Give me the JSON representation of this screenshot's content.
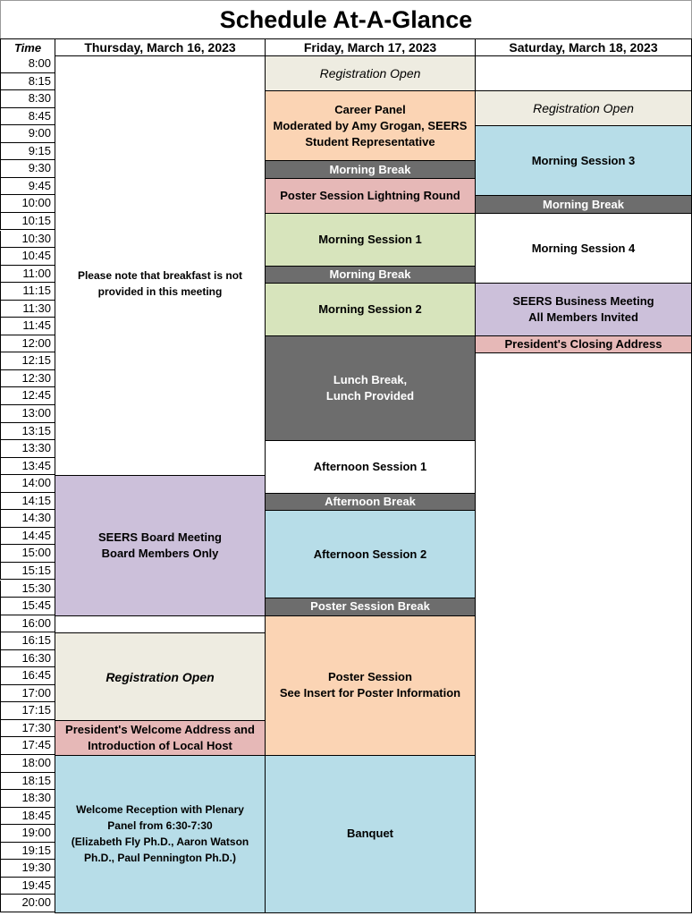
{
  "title": "Schedule At-A-Glance",
  "headers": {
    "time": "Time",
    "thursday": "Thursday, March 16, 2023",
    "friday": "Friday, March 17, 2023",
    "saturday": "Saturday, March 18, 2023"
  },
  "times": [
    "8:00",
    "8:15",
    "8:30",
    "8:45",
    "9:00",
    "9:15",
    "9:30",
    "9:45",
    "10:00",
    "10:15",
    "10:30",
    "10:45",
    "11:00",
    "11:15",
    "11:30",
    "11:45",
    "12:00",
    "12:15",
    "12:30",
    "12:45",
    "13:00",
    "13:15",
    "13:30",
    "13:45",
    "14:00",
    "14:15",
    "14:30",
    "14:45",
    "15:00",
    "15:15",
    "15:30",
    "15:45",
    "16:00",
    "16:15",
    "16:30",
    "16:45",
    "17:00",
    "17:15",
    "17:30",
    "17:45",
    "18:00",
    "18:15",
    "18:30",
    "18:45",
    "19:00",
    "19:15",
    "19:30",
    "19:45",
    "20:00"
  ],
  "colors": {
    "beige": "#eeece1",
    "peach": "#fbd4b4",
    "gray": "#6d6d6d",
    "pink": "#e6b8b7",
    "green": "#d7e4bc",
    "blue": "#b7dde8",
    "purple": "#ccc0da",
    "white": "#ffffff"
  },
  "thursday": {
    "note": "Please note that breakfast is not provided in this meeting",
    "events": [
      {
        "start": 24,
        "end": 32,
        "label": "SEERS Board Meeting\nBoard Members Only",
        "color": "purple"
      },
      {
        "start": 32,
        "end": 33,
        "label": "",
        "color": "white"
      },
      {
        "start": 33,
        "end": 38,
        "label": "Registration Open",
        "color": "beige",
        "style": "italic-bold"
      },
      {
        "start": 38,
        "end": 40,
        "label": "President's Welcome Address and\nIntroduction of Local Host",
        "color": "pink"
      },
      {
        "start": 40,
        "end": 49,
        "label": "Welcome Reception with Plenary\nPanel from 6:30-7:30\n(Elizabeth Fly Ph.D., Aaron Watson\nPh.D., Paul Pennington Ph.D.)",
        "color": "blue"
      }
    ]
  },
  "friday": {
    "events": [
      {
        "start": 0,
        "end": 2,
        "label": "Registration Open",
        "color": "beige",
        "style": "italic"
      },
      {
        "start": 2,
        "end": 6,
        "label": "Career Panel\nModerated by Amy Grogan, SEERS\nStudent Representative",
        "color": "peach"
      },
      {
        "start": 6,
        "end": 7,
        "label": "Morning Break",
        "color": "gray",
        "style": "white"
      },
      {
        "start": 7,
        "end": 9,
        "label": "Poster Session Lightning Round",
        "color": "pink"
      },
      {
        "start": 9,
        "end": 12,
        "label": "Morning Session 1",
        "color": "green"
      },
      {
        "start": 12,
        "end": 13,
        "label": "Morning Break",
        "color": "gray",
        "style": "white"
      },
      {
        "start": 13,
        "end": 16,
        "label": "Morning Session 2",
        "color": "green"
      },
      {
        "start": 16,
        "end": 22,
        "label": "Lunch Break,\nLunch Provided",
        "color": "gray",
        "style": "white"
      },
      {
        "start": 22,
        "end": 25,
        "label": "Afternoon Session 1",
        "color": "white"
      },
      {
        "start": 25,
        "end": 26,
        "label": "Afternoon Break",
        "color": "gray",
        "style": "white"
      },
      {
        "start": 26,
        "end": 31,
        "label": "Afternoon Session 2",
        "color": "blue"
      },
      {
        "start": 31,
        "end": 32,
        "label": "Poster Session Break",
        "color": "gray",
        "style": "white"
      },
      {
        "start": 32,
        "end": 40,
        "label": "Poster Session\nSee Insert for Poster Information",
        "color": "peach"
      },
      {
        "start": 40,
        "end": 49,
        "label": "Banquet",
        "color": "blue"
      }
    ]
  },
  "saturday": {
    "events": [
      {
        "start": 0,
        "end": 2,
        "label": "",
        "color": "white"
      },
      {
        "start": 2,
        "end": 4,
        "label": "Registration Open",
        "color": "beige",
        "style": "italic"
      },
      {
        "start": 4,
        "end": 8,
        "label": "Morning Session 3",
        "color": "blue"
      },
      {
        "start": 8,
        "end": 9,
        "label": "Morning Break",
        "color": "gray",
        "style": "white"
      },
      {
        "start": 9,
        "end": 13,
        "label": "Morning Session 4",
        "color": "white"
      },
      {
        "start": 13,
        "end": 16,
        "label": "SEERS Business Meeting\nAll Members Invited",
        "color": "purple"
      },
      {
        "start": 16,
        "end": 17,
        "label": "President's Closing Address",
        "color": "pink"
      }
    ]
  }
}
